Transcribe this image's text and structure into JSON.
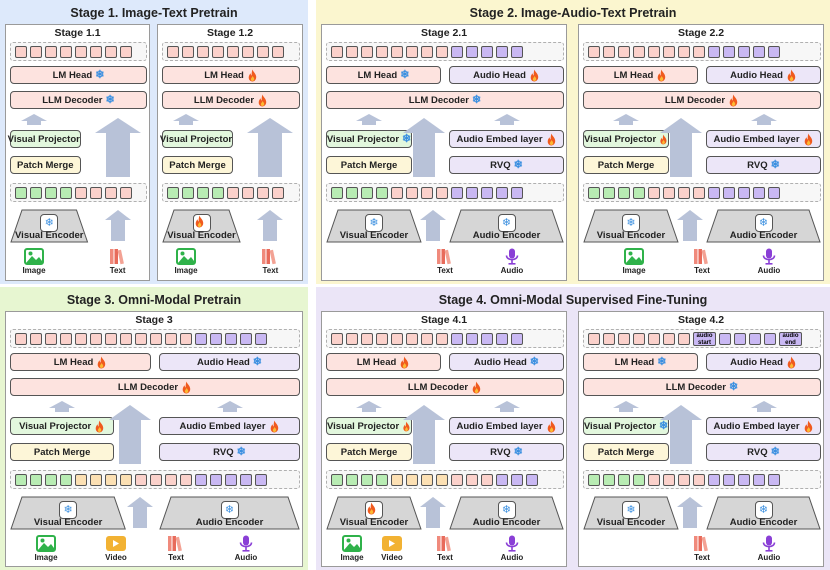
{
  "stages": [
    {
      "title": "Stage 1. Image-Text Pretrain",
      "panels": [
        {
          "title": "Stage 1.1"
        },
        {
          "title": "Stage 1.2"
        }
      ]
    },
    {
      "title": "Stage 2. Image-Audio-Text Pretrain",
      "panels": [
        {
          "title": "Stage 2.1"
        },
        {
          "title": "Stage 2.2"
        }
      ]
    },
    {
      "title": "Stage 3. Omni-Modal Pretrain",
      "panels": [
        {
          "title": "Stage 3"
        }
      ]
    },
    {
      "title": "Stage 4. Omni-Modal Supervised Fine-Tuning",
      "panels": [
        {
          "title": "Stage 4.1"
        },
        {
          "title": "Stage 4.2"
        }
      ]
    }
  ],
  "labels": {
    "lm_head": "LM Head",
    "audio_head": "Audio Head",
    "llm_decoder": "LLM Decoder",
    "visual_projector": "Visual Projector",
    "patch_merge": "Patch Merge",
    "audio_embed_layer": "Audio  Embed layer",
    "rvq": "RVQ",
    "visual_encoder": "Visual Encoder",
    "audio_encoder": "Audio Encoder",
    "image": "Image",
    "text": "Text",
    "audio": "Audio",
    "video": "Video",
    "audio_start": "audio start",
    "audio_end": "audio end"
  },
  "colors": {
    "stage1_bg": "#dde9fb",
    "stage2_bg": "#fbf6cf",
    "stage3_bg": "#e7f6d1",
    "stage4_bg": "#ebe5f7",
    "frozen": "#3a8fe0",
    "trainable": "#f05a1e"
  },
  "icons": {
    "frozen": "snowflake-icon",
    "trainable": "fire-icon"
  }
}
